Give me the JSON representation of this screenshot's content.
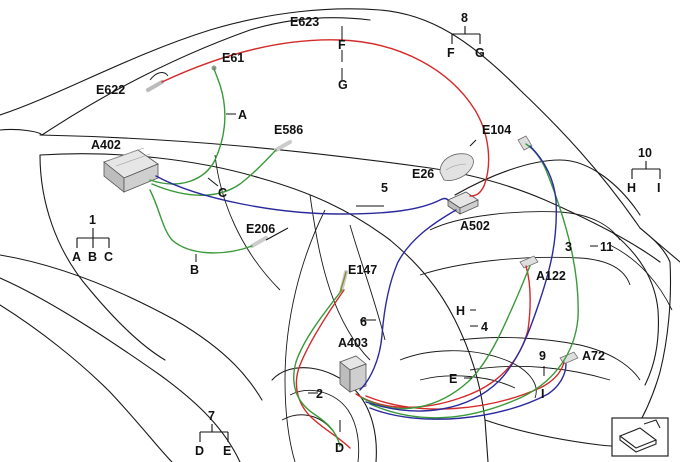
{
  "diagram": {
    "title": "Vehicle wiring harness location diagram",
    "components": {
      "e623": "E623",
      "e622": "E622",
      "e61": "E61",
      "a402": "A402",
      "e586": "E586",
      "e104": "E104",
      "e26": "E26",
      "a502": "A502",
      "e206": "E206",
      "e147": "E147",
      "a122": "A122",
      "a403": "A403",
      "a72": "A72"
    },
    "wire_labels": {
      "a": "A",
      "b": "B",
      "c": "C",
      "d": "D",
      "e": "E",
      "f": "F",
      "g": "G",
      "h": "H",
      "i": "I",
      "n2": "2",
      "n3": "3",
      "n4": "4",
      "n5": "5",
      "n6": "6",
      "n9": "9",
      "n11": "11"
    },
    "legend_trees": [
      {
        "number": "1",
        "children": [
          "A",
          "B",
          "C"
        ]
      },
      {
        "number": "7",
        "children": [
          "D",
          "E"
        ]
      },
      {
        "number": "8",
        "children": [
          "F",
          "G"
        ]
      },
      {
        "number": "10",
        "children": [
          "H",
          "I"
        ]
      }
    ],
    "colors": {
      "red": "#d42a2a",
      "green": "#3a9a3a",
      "blue": "#2a2a9e",
      "olive": "#8a8a2a",
      "outline": "#1a1a1a",
      "component_fill": "#d8d8d8"
    },
    "icons": {
      "nav": "view-orientation-icon"
    }
  }
}
